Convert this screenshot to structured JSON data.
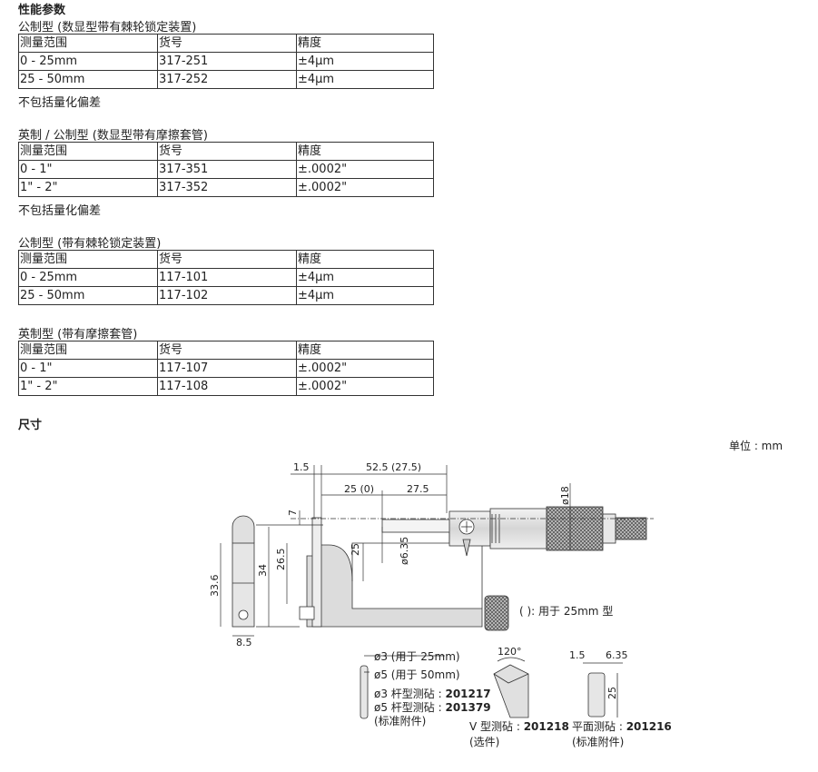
{
  "section_title_specs": "性能参数",
  "tables": [
    {
      "caption": "公制型 (数显型带有棘轮锁定装置)",
      "headers": [
        "测量范围",
        "货号",
        "精度"
      ],
      "rows": [
        [
          "0 - 25mm",
          "317-251",
          "±4µm"
        ],
        [
          "25 - 50mm",
          "317-252",
          "±4µm"
        ]
      ],
      "note": "不包括量化偏差"
    },
    {
      "caption": "英制 / 公制型 (数显型带有摩擦套管)",
      "headers": [
        "测量范围",
        "货号",
        "精度"
      ],
      "rows": [
        [
          "0 - 1\"",
          "317-351",
          "±.0002\""
        ],
        [
          "1\" - 2\"",
          "317-352",
          "±.0002\""
        ]
      ],
      "note": "不包括量化偏差"
    },
    {
      "caption": "公制型 (带有棘轮锁定装置)",
      "headers": [
        "测量范围",
        "货号",
        "精度"
      ],
      "rows": [
        [
          "0 - 25mm",
          "117-101",
          "±4µm"
        ],
        [
          "25 - 50mm",
          "117-102",
          "±4µm"
        ]
      ],
      "note": ""
    },
    {
      "caption": "英制型 (带有摩擦套管)",
      "headers": [
        "测量范围",
        "货号",
        "精度"
      ],
      "rows": [
        [
          "0 - 1\"",
          "117-107",
          "±.0002\""
        ],
        [
          "1\" - 2\"",
          "117-108",
          "±.0002\""
        ]
      ],
      "note": ""
    }
  ],
  "section_title_dimensions": "尺寸",
  "unit_label": "单位 : mm",
  "drawing": {
    "dim_1_5": "1.5",
    "dim_52_5": "52.5 (27.5)",
    "dim_25_0": "25 (0)",
    "dim_27_5": "27.5",
    "dim_phi18": "ø18",
    "dim_7": "7",
    "dim_26_5": "26.5",
    "dim_34": "34",
    "dim_25": "25",
    "dim_phi6_35": "ø6.35",
    "dim_33_6": "33.6",
    "dim_8_5": "8.5",
    "bracket_note": "( ): 用于 25mm 型",
    "pin_phi3": "ø3 (用于 25mm)",
    "pin_phi5": "ø5 (用于 50mm)",
    "pin_anvil_3_label": "ø3 杆型测砧 : ",
    "pin_anvil_3_code": "201217",
    "pin_anvil_5_label": "ø5 杆型测砧 : ",
    "pin_anvil_5_code": "201379",
    "pin_standard": "(标准附件)",
    "v_angle": "120°",
    "v_anvil_label": "V 型测砧 : ",
    "v_anvil_code": "201218",
    "v_optional": "(选件)",
    "flat_dim_1_5": "1.5",
    "flat_dim_6_35": "6.35",
    "flat_dim_25": "25",
    "flat_anvil_label": "平面测砧 : ",
    "flat_anvil_code": "201216",
    "flat_standard": "(标准附件)"
  }
}
